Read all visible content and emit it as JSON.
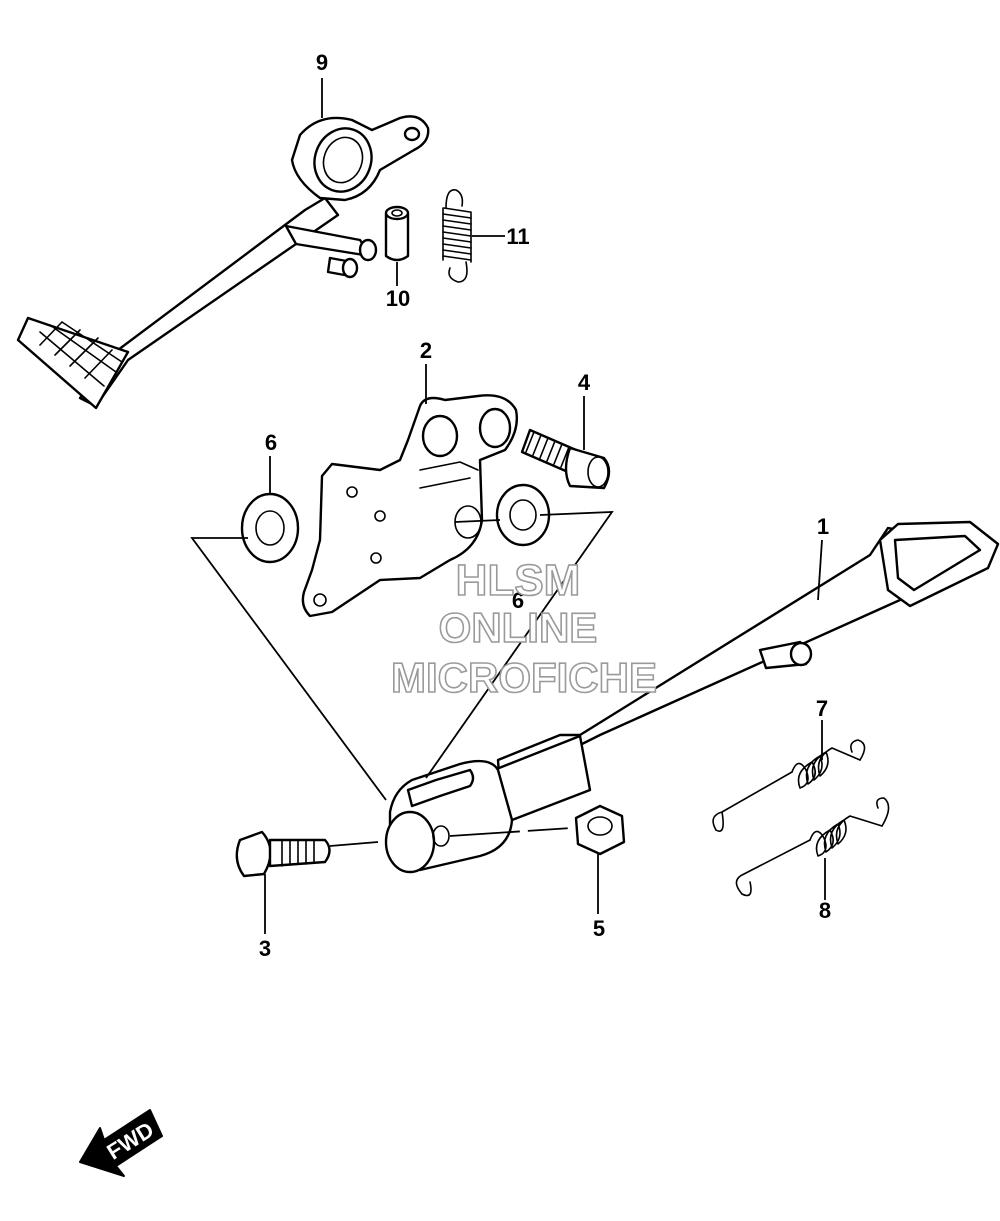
{
  "callouts": {
    "p1": "1",
    "p2": "2",
    "p3": "3",
    "p4": "4",
    "p5": "5",
    "p6a": "6",
    "p6b": "6",
    "p7": "7",
    "p8": "8",
    "p9": "9",
    "p10": "10",
    "p11": "11"
  },
  "watermark": {
    "line1": "HLSM",
    "line2": "ONLINE",
    "line3": "MICROFICHE"
  },
  "direction_badge": {
    "label": "FWD",
    "icon": "arrow-down-left-icon"
  },
  "colors": {
    "line": "#000000",
    "watermark_outline": "#9a9a9a",
    "background": "#ffffff"
  }
}
